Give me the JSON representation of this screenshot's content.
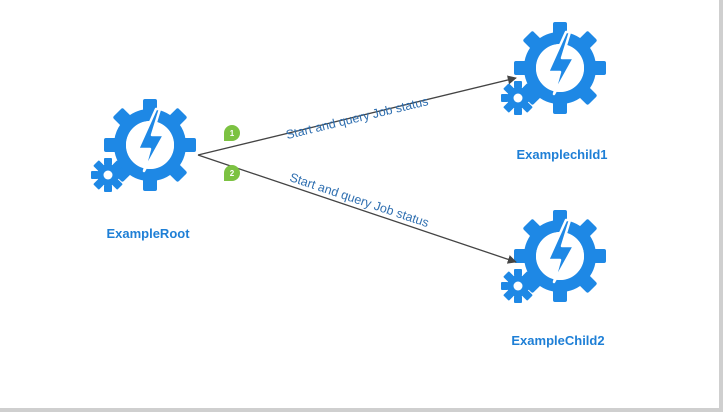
{
  "colors": {
    "accent": "#1E88E5",
    "label": "#1E7FD6",
    "edge_label": "#2F6FB0",
    "edge": "#444444",
    "badge": "#7CC242",
    "badge_text": "#ffffff"
  },
  "icons": {
    "runbook": "automation-gear-icon"
  },
  "nodes": {
    "root": {
      "label": "ExampleRoot"
    },
    "child1": {
      "label": "Examplechild1"
    },
    "child2": {
      "label": "ExampleChild2"
    }
  },
  "edges": [
    {
      "badge": "1",
      "label": "Start and query Job status"
    },
    {
      "badge": "2",
      "label": "Start and query Job status"
    }
  ]
}
